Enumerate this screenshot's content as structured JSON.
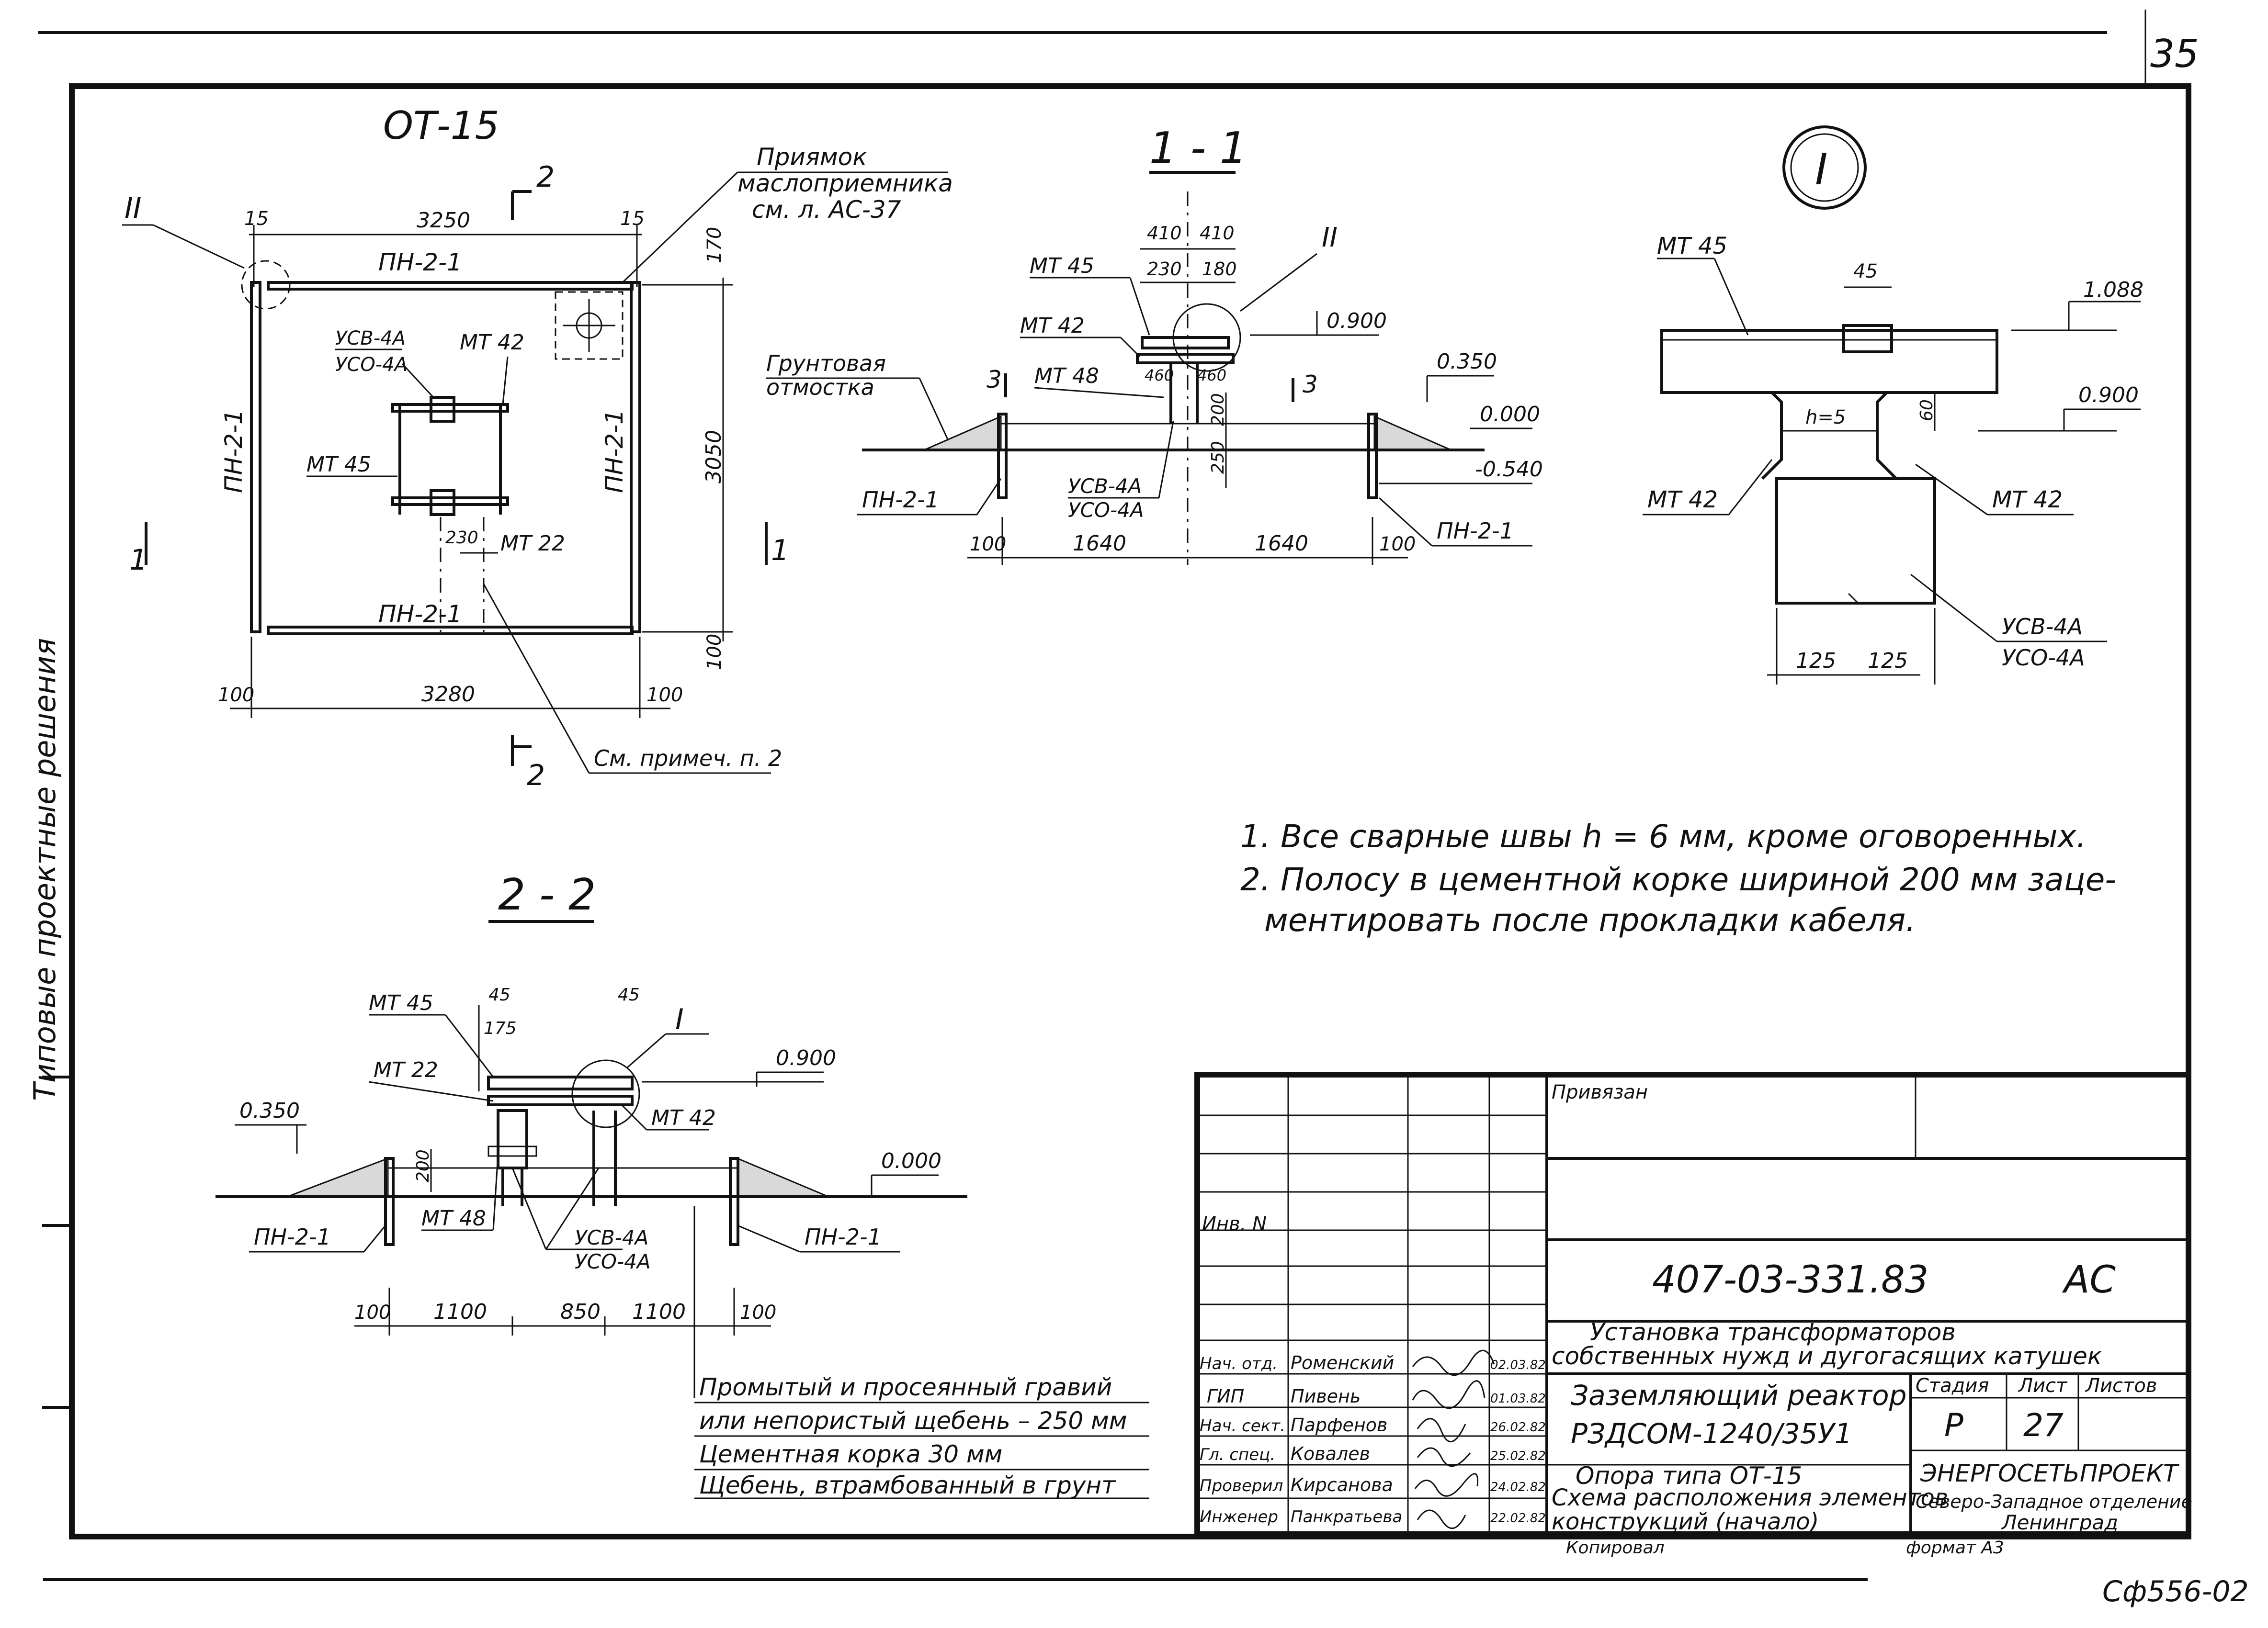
{
  "page": {
    "sheet_number": "35",
    "bottom_code": "Сф556-02",
    "left_margin_text": "Типовые проектные решения"
  },
  "plan": {
    "title": "ОТ-15",
    "callout_II": "II",
    "sect1_left": "1",
    "sect1_right": "1",
    "sect2_top": "2",
    "sect2_bottom": "2",
    "dims": {
      "d15_left": "15",
      "d3250": "3250",
      "d15_right": "15",
      "d170": "170",
      "d3050": "3050",
      "d100_right": "100",
      "d100_left": "100",
      "d3280": "3280",
      "d100_bottom": "100",
      "d230": "230"
    },
    "labels": {
      "pn_top": "ПН-2-1",
      "pn_left": "ПН-2-1",
      "pn_right": "ПН-2-1",
      "pn_bottom": "ПН-2-1",
      "usv": "УСВ-4А",
      "uso": "УСО-4А",
      "mt42": "МТ 42",
      "mt45": "МТ 45",
      "mt22": "МТ 22"
    },
    "pit_label": [
      "Приямок",
      "маслоприемника",
      "см. л. АС-37"
    ],
    "note_ref": "См. примеч. п. 2"
  },
  "section11": {
    "title": "1 - 1",
    "callout_II": "II",
    "labels": {
      "mt45": "МТ 45",
      "mt42": "МТ 42",
      "mt48": "МТ 48",
      "usv": "УСВ-4А",
      "uso": "УСО-4А",
      "ground1": "Грунтовая",
      "ground2": "отмостка",
      "pn_left": "ПН-2-1",
      "pn_right": "ПН-2-1",
      "cut3_left": "3",
      "cut3_right": "3"
    },
    "levels": {
      "l0900": "0.900",
      "l0350": "0.350",
      "l0000": "0.000",
      "lm0540": "-0.540"
    },
    "dims": {
      "d410a": "410",
      "d410b": "410",
      "d230": "230",
      "d180": "180",
      "d460a": "460",
      "d460b": "460",
      "d200": "200",
      "d250": "250",
      "d100a": "100",
      "d1640a": "1640",
      "d1640b": "1640",
      "d100b": "100"
    }
  },
  "detailI": {
    "callout": "I",
    "labels": {
      "mt45": "МТ 45",
      "mt42_left": "МТ 42",
      "mt42_right": "МТ 42",
      "usv": "УСВ-4А",
      "uso": "УСО-4А",
      "weld": "h=5"
    },
    "levels": {
      "l1088": "1.088",
      "l0900": "0.900"
    },
    "dims": {
      "d45": "45",
      "d60": "60",
      "d125a": "125",
      "d125b": "125"
    }
  },
  "notes": [
    "1. Все сварные швы h = 6 мм, кроме оговоренных.",
    "2. Полосу в цементной корке шириной 200 мм заце-",
    "ментировать после прокладки кабеля."
  ],
  "section22": {
    "title": "2 - 2",
    "callout_I": "I",
    "labels": {
      "mt45": "МТ 45",
      "mt22": "МТ 22",
      "mt42": "МТ 42",
      "mt48": "МТ 48",
      "usv": "УСВ-4А",
      "uso": "УСО-4А",
      "pn_left": "ПН-2-1",
      "pn_right": "ПН-2-1"
    },
    "levels": {
      "l0900": "0.900",
      "l0350": "0.350",
      "l0000": "0.000"
    },
    "dims": {
      "d45a": "45",
      "d45b": "45",
      "d175": "175",
      "d200": "200",
      "d100a": "100",
      "d1100a": "1100",
      "d850": "850",
      "d1100b": "1100",
      "d100b": "100"
    }
  },
  "layers": [
    "Промытый и просеянный гравий",
    "или непористый щебень  – 250 мм",
    "Цементная        корка              30 мм",
    "Щебень, втрамбованный  в  грунт"
  ],
  "title_block": {
    "privyazan": "Привязан",
    "inv": "Инв. N",
    "code": "407-03-331.83",
    "mark": "АС",
    "project": [
      "Установка трансформаторов",
      "собственных нужд и дугогасящих катушек"
    ],
    "sheet_title": [
      "Заземляющий реактор",
      "РЗДСОМ-1240/35У1",
      "Опора типа ОТ-15",
      "Схема расположения элементов",
      "конструкций        (начало)"
    ],
    "stage_header": "Стадия",
    "sheet_header": "Лист",
    "sheets_header": "Листов",
    "stage": "Р",
    "sheet": "27",
    "org": [
      "ЭНЕРГОСЕТЬПРОЕКТ",
      "Северо-Западное отделение",
      "Ленинград"
    ],
    "copied": "Копировал",
    "format": "формат А3",
    "staff": [
      {
        "role": "Нач. отд.",
        "name": "Роменский",
        "date": "02.03.82"
      },
      {
        "role": "ГИП",
        "name": "Пивень",
        "date": "01.03.82"
      },
      {
        "role": "Нач. сект.",
        "name": "Парфенов",
        "date": "26.02.82"
      },
      {
        "role": "Гл. спец.",
        "name": "Ковалев",
        "date": "25.02.82"
      },
      {
        "role": "Проверил",
        "name": "Кирсанова",
        "date": "24.02.82"
      },
      {
        "role": "Инженер",
        "name": "Панкратьева",
        "date": "22.02.82"
      }
    ]
  }
}
